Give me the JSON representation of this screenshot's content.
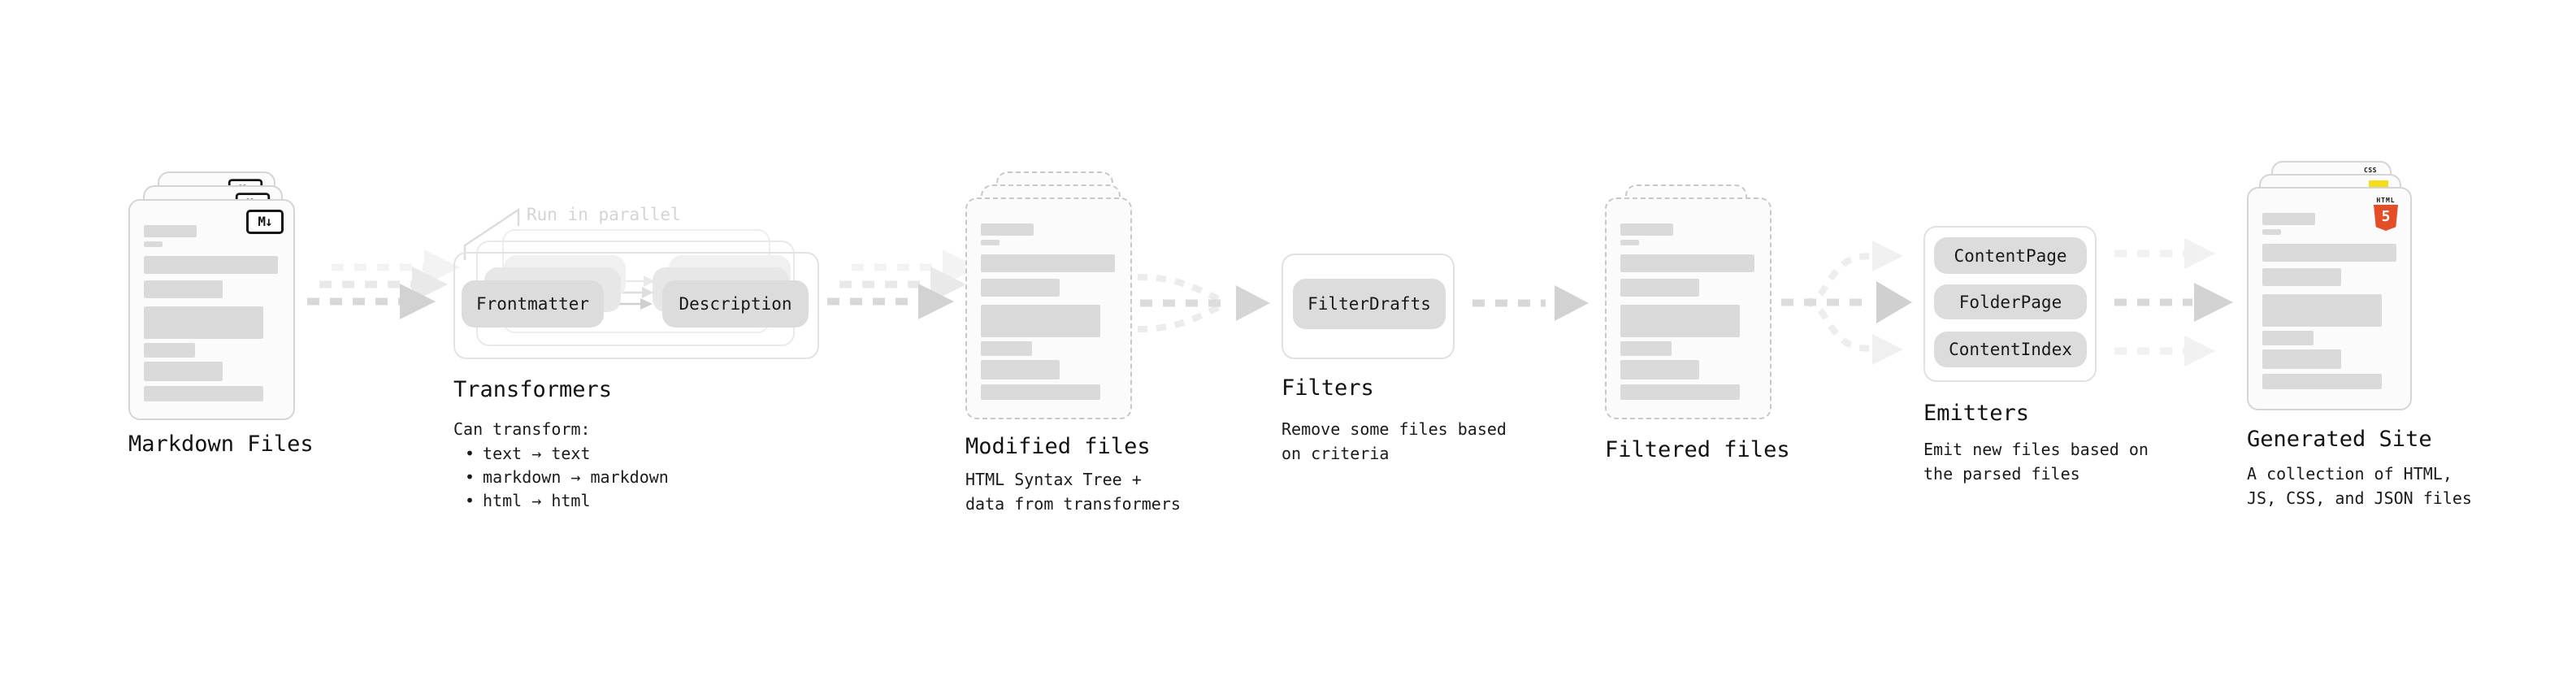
{
  "nodes": {
    "markdown_files": {
      "label": "Markdown Files",
      "icon_text": "M↓"
    },
    "transformers": {
      "label": "Transformers",
      "annotation": "Run in parallel",
      "frontmatter_box": "Frontmatter",
      "description_box": "Description",
      "body_title": "Can transform:",
      "bullet_char": "•",
      "bullets": [
        "text → text",
        "markdown → markdown",
        "html → html"
      ]
    },
    "modified_files": {
      "label": "Modified files",
      "description": [
        "HTML Syntax Tree +",
        "data from transformers"
      ]
    },
    "filters": {
      "label": "Filters",
      "filter_box": "FilterDrafts",
      "description": [
        "Remove some files based",
        "on criteria"
      ]
    },
    "filtered_files": {
      "label": "Filtered files"
    },
    "emitters": {
      "label": "Emitters",
      "emitter_boxes": [
        "ContentPage",
        "FolderPage",
        "ContentIndex"
      ],
      "description": [
        "Emit new files based on",
        "the parsed files"
      ]
    },
    "generated_site": {
      "label": "Generated Site",
      "description": [
        "A collection of HTML,",
        "JS, CSS, and JSON files"
      ],
      "css_icon_text": "CSS",
      "html_icon_text": "HTML",
      "html_icon_number": "5"
    }
  },
  "colors": {
    "html5_orange": "#e44d26",
    "js_yellow": "#f5de19",
    "css_blue": "#2965f1",
    "arrow_gray": "#d8d8d8",
    "box_gray": "#dcdcdc"
  }
}
